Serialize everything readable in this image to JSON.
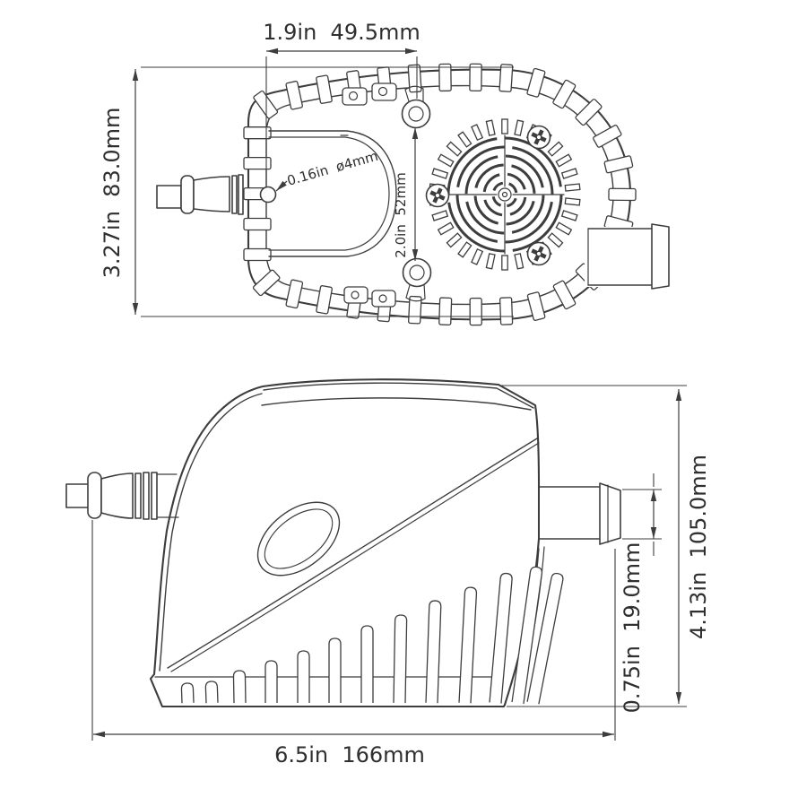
{
  "drawing": {
    "top_view": {
      "mount_width_label": "1.9in  49.5mm",
      "body_width_label": "3.27in  83.0mm",
      "hole_label": "0.16in  ø4mm",
      "hole_spacing_label": "2.0in  52mm"
    },
    "side_view": {
      "height_label": "4.13in  105.0mm",
      "outlet_diameter_label": "0.75in  19.0mm",
      "length_label": "6.5in  166mm"
    }
  },
  "colors": {
    "line_color": "#3d3d3d",
    "text_color": "#2f2f2f",
    "background": "#ffffff"
  }
}
